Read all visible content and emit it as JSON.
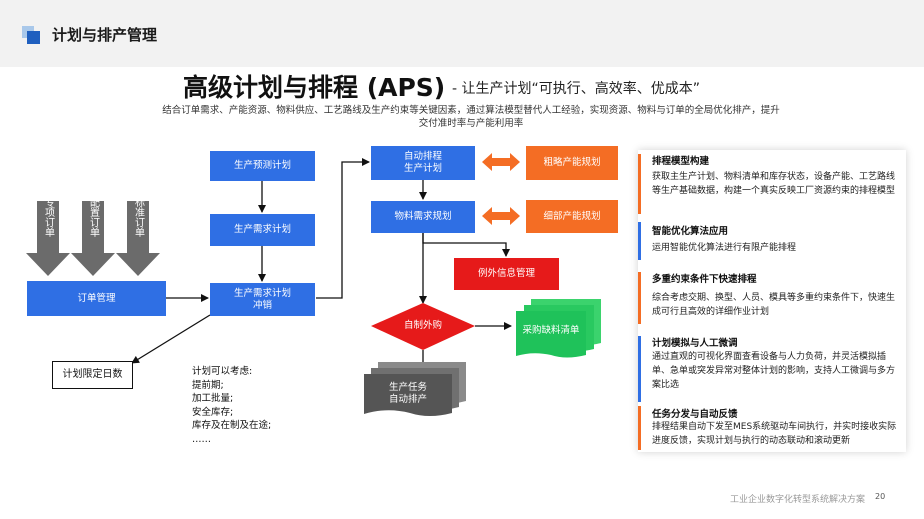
{
  "header": {
    "section_title": "计划与排产管理"
  },
  "title": {
    "main": "高级计划与排程 (APS)",
    "subtitle": "- 让生产计划“可执行、高效率、优成本”"
  },
  "intro": "结合订单需求、产能资源、物料供应、工艺路线及生产约束等关键因素，通过算法模型替代人工经验，实现资源、物料与订单的全局优化排产，提升交付准时率与产能利用率",
  "flow": {
    "order_types": [
      "专项订单",
      "配置订单",
      "标准订单"
    ],
    "order_mgmt": "订单管理",
    "limit_days": "计划限定日数",
    "forecast_plan": "生产预测计划",
    "demand_plan": "生产需求计划",
    "demand_offset_line1": "生产需求计划",
    "demand_offset_line2": "冲销",
    "auto_schedule_line1": "自动排程",
    "auto_schedule_line2": "生产计划",
    "rough_capacity": "粗略产能规划",
    "mrp": "物料需求规划",
    "detail_capacity": "细部产能规划",
    "exception_mgmt": "例外信息管理",
    "make_or_buy": "自制外购",
    "purchase_list": "采购缺料清单",
    "task_line1": "生产任务",
    "task_line2": "自动排产",
    "consider_items": [
      "计划可以考虑:",
      "提前期;",
      "加工批量;",
      "安全库存;",
      "库存及在制及在途;",
      "……"
    ]
  },
  "cards": [
    {
      "title": "排程模型构建",
      "body": "获取主生产计划、物料清单和库存状态，设备产能、工艺路线等生产基础数据，构建一个真实反映工厂资源约束的排程模型"
    },
    {
      "title": "智能优化算法应用",
      "body": "运用智能优化算法进行有限产能排程"
    },
    {
      "title": "多重约束条件下快速排程",
      "body": "综合考虑交期、换型、人员、模具等多重约束条件下，快速生成可行且高效的详细作业计划"
    },
    {
      "title": "计划模拟与人工微调",
      "body": "通过直观的可视化界面查看设备与人力负荷，并灵活模拟插单、急单或突发异常对整体计划的影响，支持人工微调与多方案比选"
    },
    {
      "title": "任务分发与自动反馈",
      "body": "排程结果自动下发至MES系统驱动车间执行，并实时接收实际进度反馈，实现计划与执行的动态联动和滚动更新"
    }
  ],
  "colors": {
    "accent_blue": "#2f6fe4",
    "accent_orange": "#f46d24",
    "accent_red": "#e61a1a",
    "accent_green": "#1fc25a",
    "dark_gray": "#555555"
  },
  "footer": {
    "text": "工业企业数字化转型系统解决方案",
    "page": "20"
  }
}
